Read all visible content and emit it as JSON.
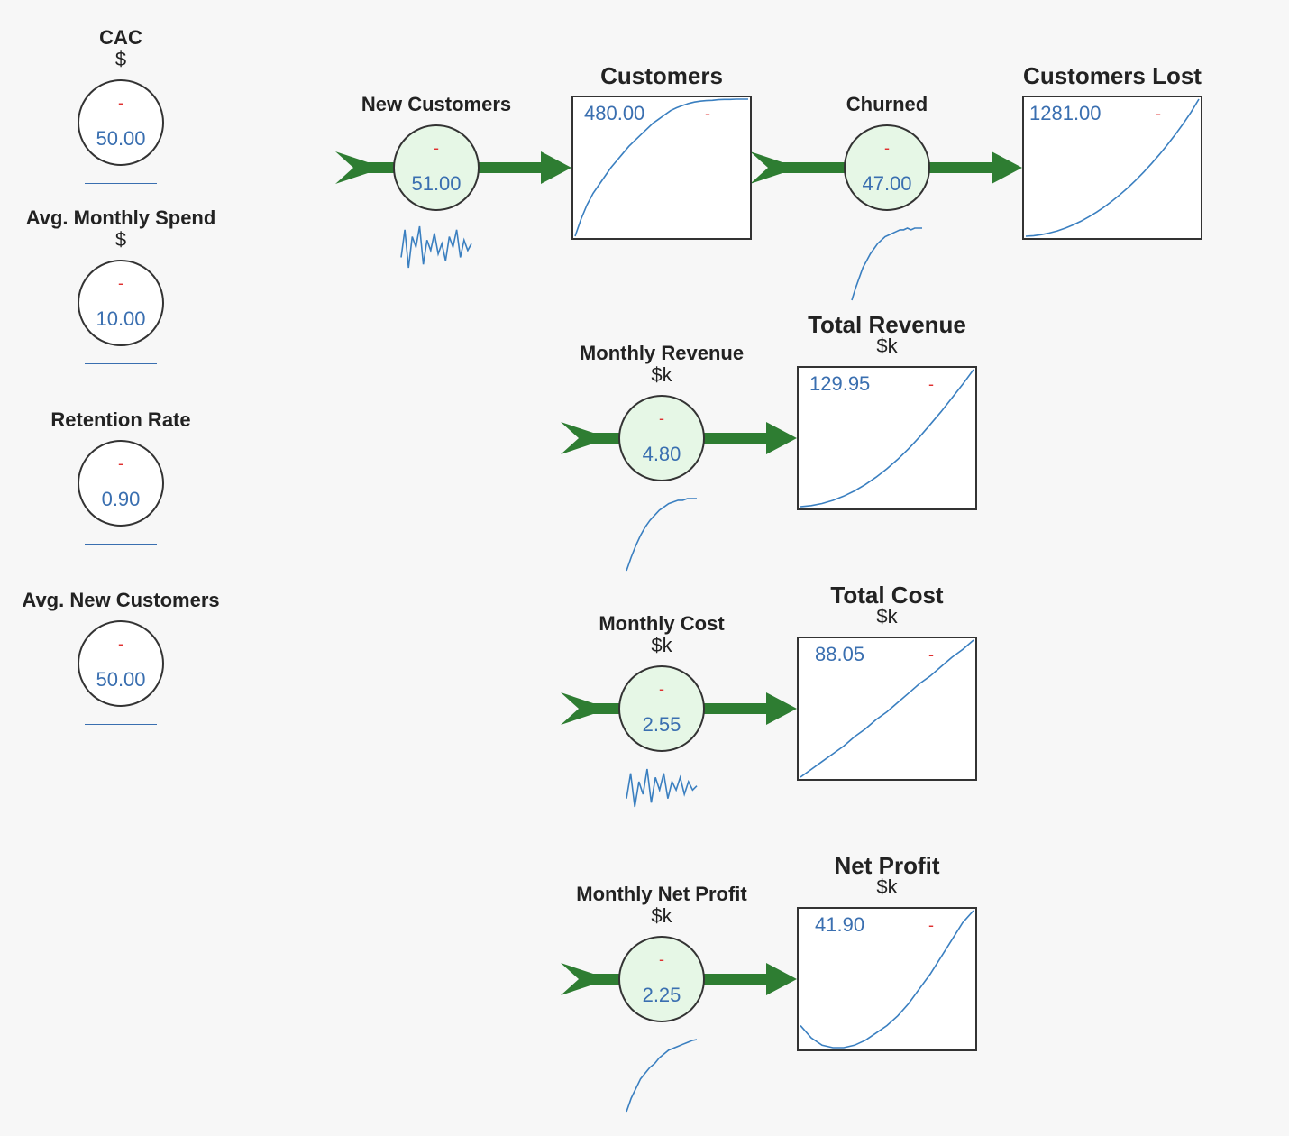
{
  "colors": {
    "background": "#f7f7f7",
    "flow_pipe": "#2e7d32",
    "value_text": "#3a6fb0",
    "dash_text": "#e03030",
    "flow_fill": "#e6f7e6",
    "sparkline": "#3a7fc0"
  },
  "parameters": [
    {
      "label": "CAC",
      "unit": "$",
      "dash": "-",
      "value": "50.00"
    },
    {
      "label": "Avg. Monthly Spend",
      "unit": "$",
      "dash": "-",
      "value": "10.00"
    },
    {
      "label": "Retention Rate",
      "unit": "",
      "dash": "-",
      "value": "0.90"
    },
    {
      "label": "Avg. New Customers",
      "unit": "",
      "dash": "-",
      "value": "50.00"
    }
  ],
  "flows": {
    "new_customers": {
      "label": "New Customers",
      "unit": "",
      "dash": "-",
      "value": "51.00",
      "history": [
        47,
        55,
        44,
        53,
        50,
        56,
        45,
        52,
        49,
        54,
        48,
        51,
        46,
        53,
        50,
        55,
        47,
        52,
        49,
        51
      ]
    },
    "churned": {
      "label": "Churned",
      "unit": "",
      "dash": "-",
      "value": "47.00",
      "history": [
        5,
        12,
        18,
        24,
        28,
        32,
        35,
        38,
        40,
        42,
        43,
        44,
        45,
        46,
        46,
        47,
        46,
        47,
        47,
        47
      ]
    },
    "monthly_revenue": {
      "label": "Monthly Revenue",
      "unit": "$k",
      "dash": "-",
      "value": "4.80",
      "history": [
        0.5,
        1.3,
        2.0,
        2.6,
        3.1,
        3.5,
        3.8,
        4.1,
        4.3,
        4.5,
        4.6,
        4.7,
        4.7,
        4.8,
        4.8,
        4.8
      ]
    },
    "monthly_cost": {
      "label": "Monthly Cost",
      "unit": "$k",
      "dash": "-",
      "value": "2.55",
      "history": [
        2.4,
        2.7,
        2.3,
        2.6,
        2.45,
        2.75,
        2.35,
        2.65,
        2.5,
        2.7,
        2.4,
        2.6,
        2.5,
        2.65,
        2.45,
        2.6,
        2.5,
        2.55
      ]
    },
    "monthly_net_profit": {
      "label": "Monthly Net Profit",
      "unit": "$k",
      "dash": "-",
      "value": "2.25",
      "history": [
        -1.5,
        -0.8,
        -0.3,
        0.2,
        0.5,
        0.8,
        1.0,
        1.3,
        1.5,
        1.7,
        1.8,
        1.9,
        2.0,
        2.1,
        2.2,
        2.25
      ]
    }
  },
  "stocks": {
    "customers": {
      "label": "Customers",
      "unit": "",
      "dash": "-",
      "value": "480.00",
      "history": [
        0,
        60,
        110,
        150,
        180,
        210,
        240,
        265,
        290,
        315,
        335,
        355,
        375,
        395,
        410,
        425,
        440,
        450,
        458,
        465,
        470,
        473,
        475,
        476,
        478,
        479,
        479,
        480,
        480,
        480
      ]
    },
    "customers_lost": {
      "label": "Customers Lost",
      "unit": "",
      "dash": "-",
      "value": "1281.00",
      "history": [
        0,
        5,
        15,
        30,
        50,
        75,
        105,
        140,
        180,
        225,
        275,
        330,
        390,
        455,
        525,
        600,
        680,
        765,
        855,
        950,
        1050,
        1160,
        1281
      ]
    },
    "total_revenue": {
      "label": "Total Revenue",
      "unit": "$k",
      "dash": "-",
      "value": "129.95",
      "history": [
        0,
        1,
        3,
        6,
        10,
        15,
        21,
        28,
        36,
        45,
        55,
        66,
        78,
        90,
        103,
        116,
        129.95
      ]
    },
    "total_cost": {
      "label": "Total Cost",
      "unit": "$k",
      "dash": "-",
      "value": "88.05",
      "history": [
        0,
        5,
        10,
        15,
        20,
        26,
        31,
        37,
        42,
        48,
        54,
        60,
        65,
        71,
        77,
        82,
        88.05
      ]
    },
    "net_profit": {
      "label": "Net Profit",
      "unit": "$k",
      "dash": "-",
      "value": "41.90",
      "history": [
        -5,
        -10,
        -13,
        -14,
        -14,
        -13,
        -11,
        -8,
        -5,
        -1,
        4,
        10,
        16,
        23,
        30,
        37,
        41.9
      ]
    }
  }
}
